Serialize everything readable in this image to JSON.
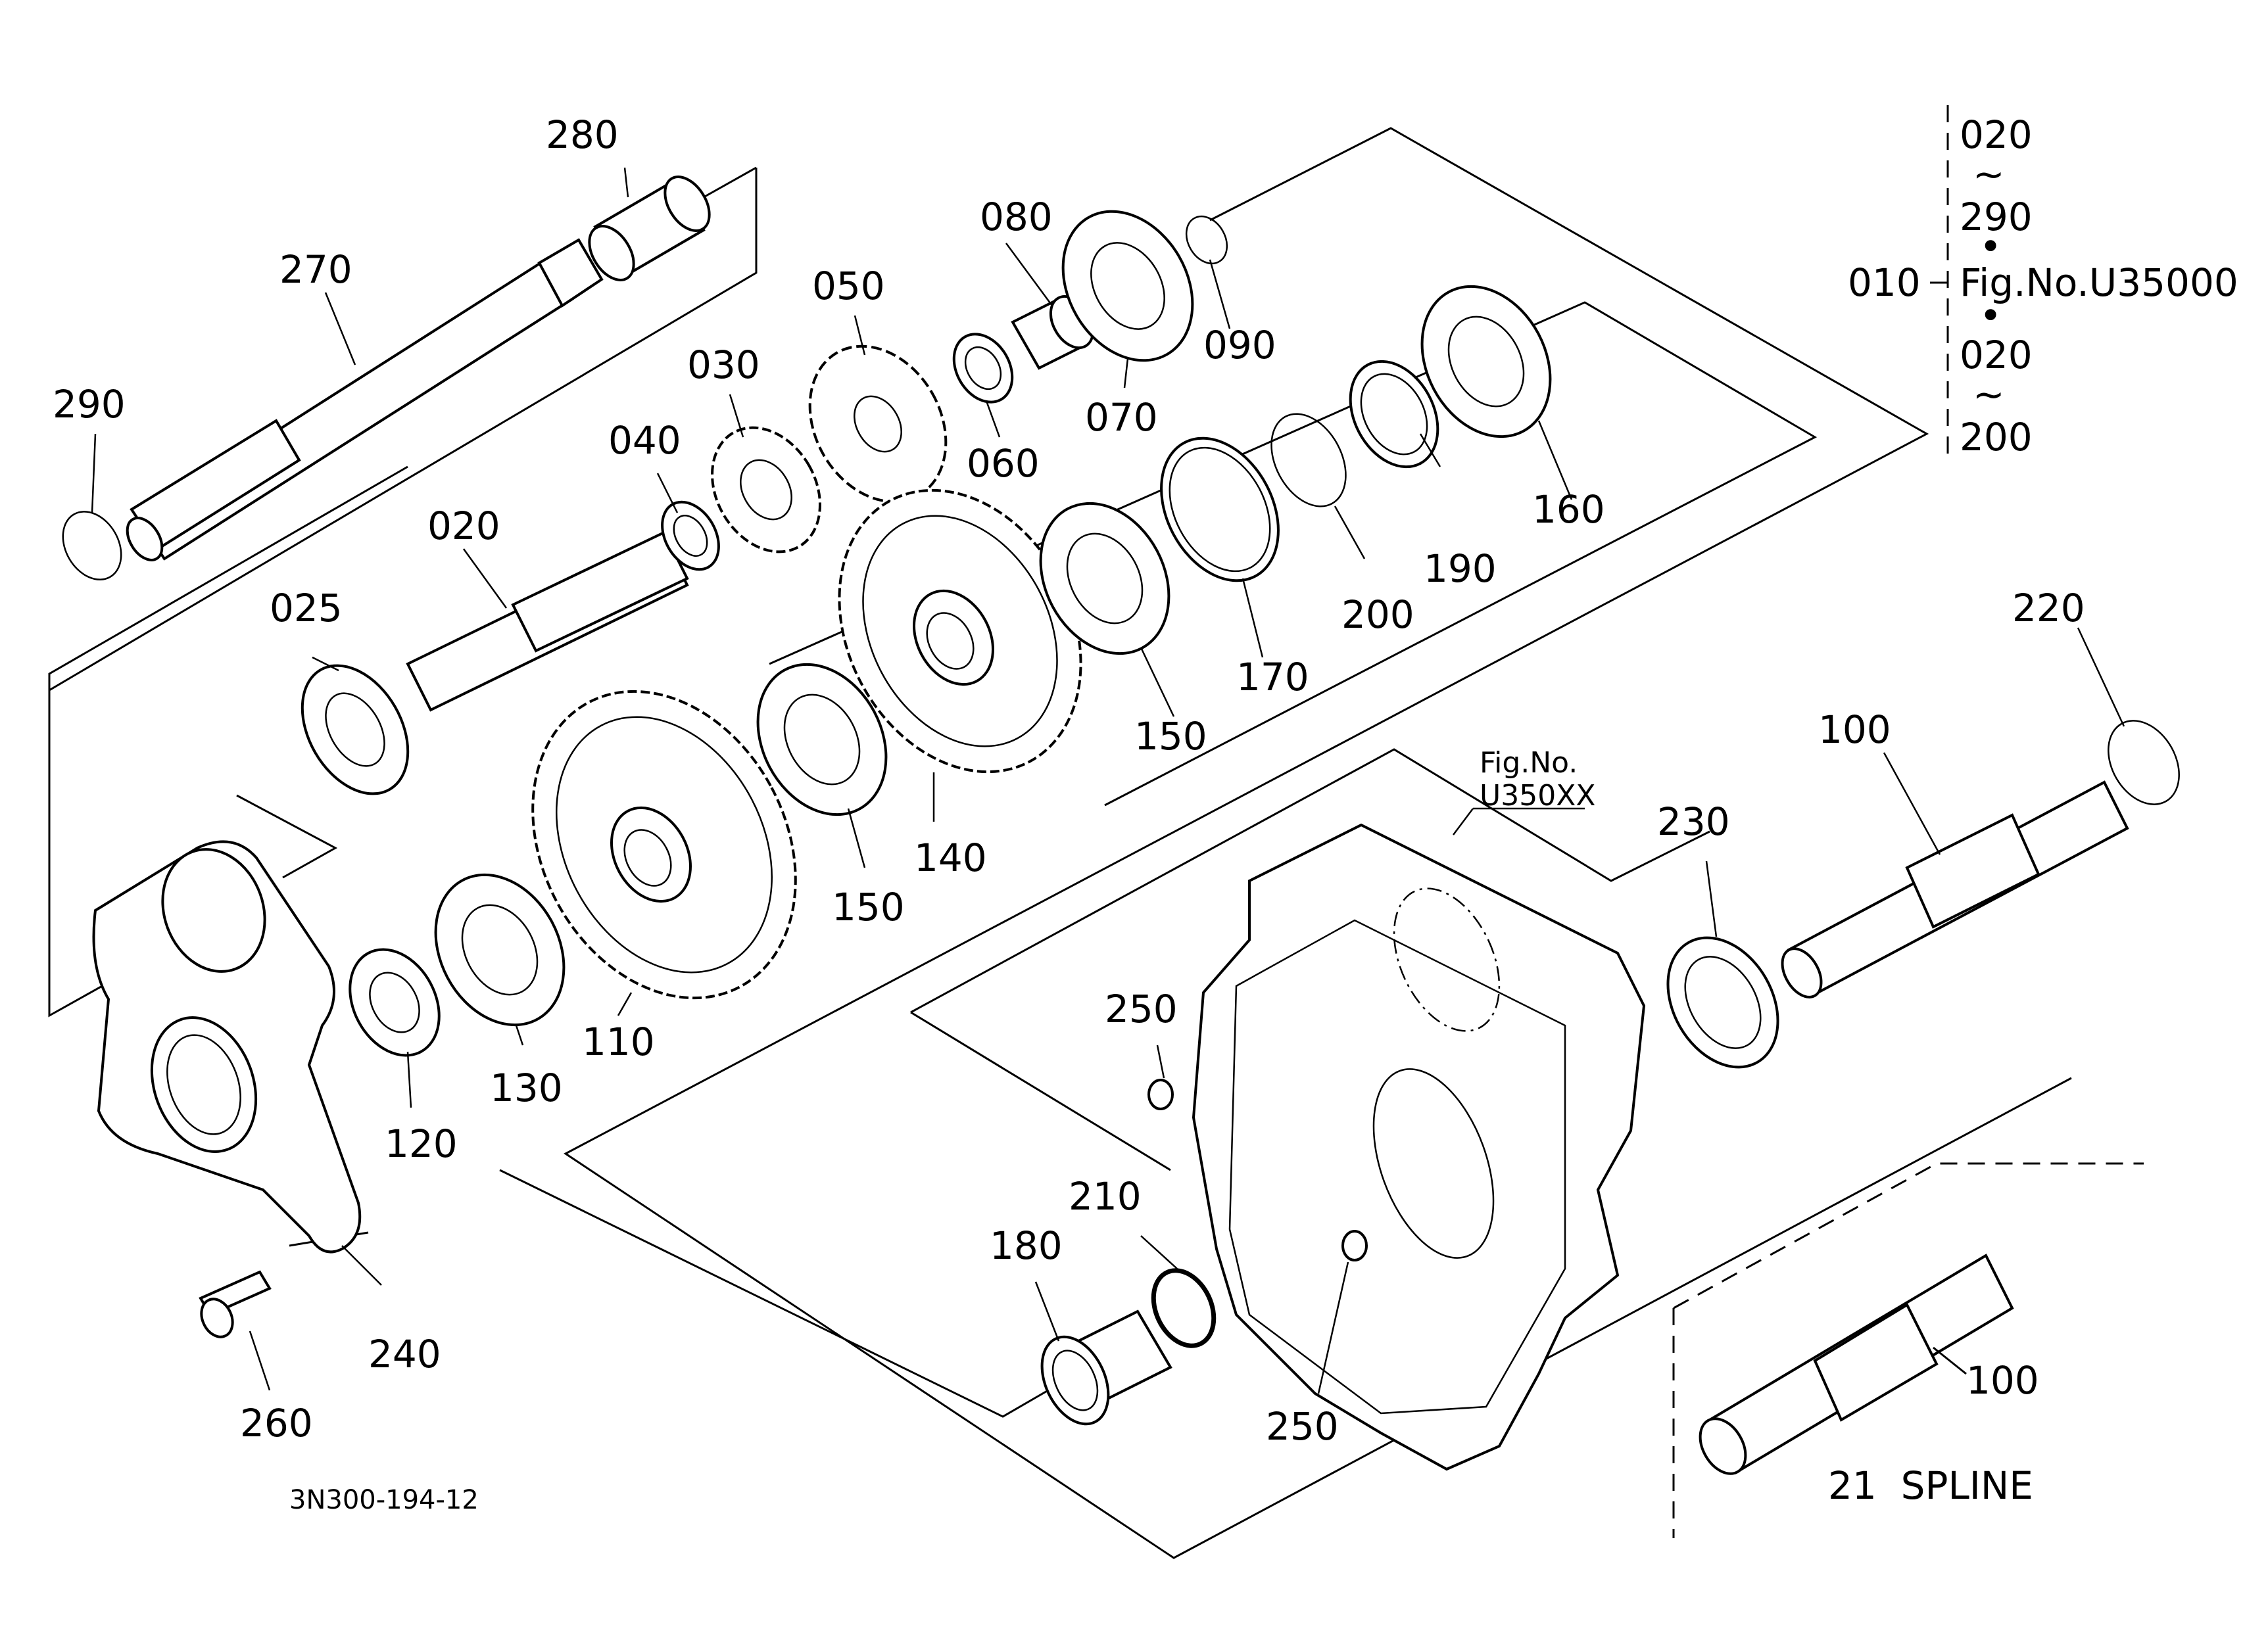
{
  "drawing_id": "3N300-194-12",
  "parts": [
    {
      "id": "part-280",
      "label": "280"
    },
    {
      "id": "part-270",
      "label": "270"
    },
    {
      "id": "part-290",
      "label": "290"
    },
    {
      "id": "part-020",
      "label": "020"
    },
    {
      "id": "part-025",
      "label": "025"
    },
    {
      "id": "part-040",
      "label": "040"
    },
    {
      "id": "part-030",
      "label": "030"
    },
    {
      "id": "part-050",
      "label": "050"
    },
    {
      "id": "part-060",
      "label": "060"
    },
    {
      "id": "part-080",
      "label": "080"
    },
    {
      "id": "part-070",
      "label": "070"
    },
    {
      "id": "part-090",
      "label": "090"
    },
    {
      "id": "part-160",
      "label": "160"
    },
    {
      "id": "part-190",
      "label": "190"
    },
    {
      "id": "part-200",
      "label": "200"
    },
    {
      "id": "part-170",
      "label": "170"
    },
    {
      "id": "part-150a",
      "label": "150"
    },
    {
      "id": "part-150b",
      "label": "150"
    },
    {
      "id": "part-140",
      "label": "140"
    },
    {
      "id": "part-110",
      "label": "110"
    },
    {
      "id": "part-130",
      "label": "130"
    },
    {
      "id": "part-120",
      "label": "120"
    },
    {
      "id": "part-240",
      "label": "240"
    },
    {
      "id": "part-260",
      "label": "260"
    },
    {
      "id": "part-220",
      "label": "220"
    },
    {
      "id": "part-100a",
      "label": "100"
    },
    {
      "id": "part-230",
      "label": "230"
    },
    {
      "id": "part-250a",
      "label": "250"
    },
    {
      "id": "part-250b",
      "label": "250"
    },
    {
      "id": "part-210",
      "label": "210"
    },
    {
      "id": "part-180",
      "label": "180"
    },
    {
      "id": "part-100b",
      "label": "100"
    }
  ],
  "fig_ref": {
    "line1": "Fig.No.",
    "line2": "U350XX"
  },
  "assembly_note": {
    "main": "010",
    "lines": [
      "020",
      "~",
      "290",
      "•",
      "Fig.No.U35000",
      "•",
      "020",
      "~",
      "200"
    ]
  },
  "inset": {
    "caption": "21  SPLINE"
  }
}
